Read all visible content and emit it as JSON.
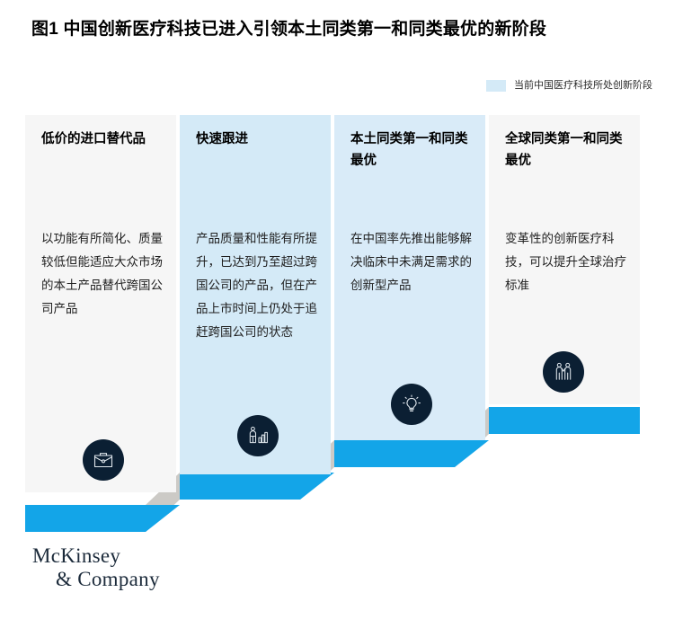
{
  "figure": {
    "title": "图1 中国创新医疗科技已进入引领本土同类第一和同类最优的新阶段"
  },
  "legend": {
    "label": "当前中国医疗科技所处创新阶段",
    "swatch_color": "#d4eaf7"
  },
  "colors": {
    "step_blue": "#13a5e8",
    "step_riser_gray": "#cccac6",
    "icon_circle": "#0b1f33",
    "panel_inactive": "#f6f6f6",
    "panel_active": "#d4eaf7"
  },
  "stages": [
    {
      "title": "低价的进口替代品",
      "body": "以功能有所简化、质量较低但能适应大众市场的本土产品替代跨国公司产品",
      "icon": "briefcase-icon",
      "highlighted": false
    },
    {
      "title": "快速跟进",
      "body": "产品质量和性能有所提升，已达到乃至超过跨国公司的产品，但在产品上市时间上仍处于追赶跨国公司的状态",
      "icon": "person-bar-chart-icon",
      "highlighted": true
    },
    {
      "title": "本土同类第一和同类最优",
      "body": "在中国率先推出能够解决临床中未满足需求的创新型产品",
      "icon": "lightbulb-icon",
      "highlighted": true
    },
    {
      "title": "全球同类第一和同类最优",
      "body": "变革性的创新医疗科技，可以提升全球治疗标准",
      "icon": "two-people-icon",
      "highlighted": false
    }
  ],
  "branding": {
    "line1": "McKinsey",
    "line2": "& Company"
  }
}
